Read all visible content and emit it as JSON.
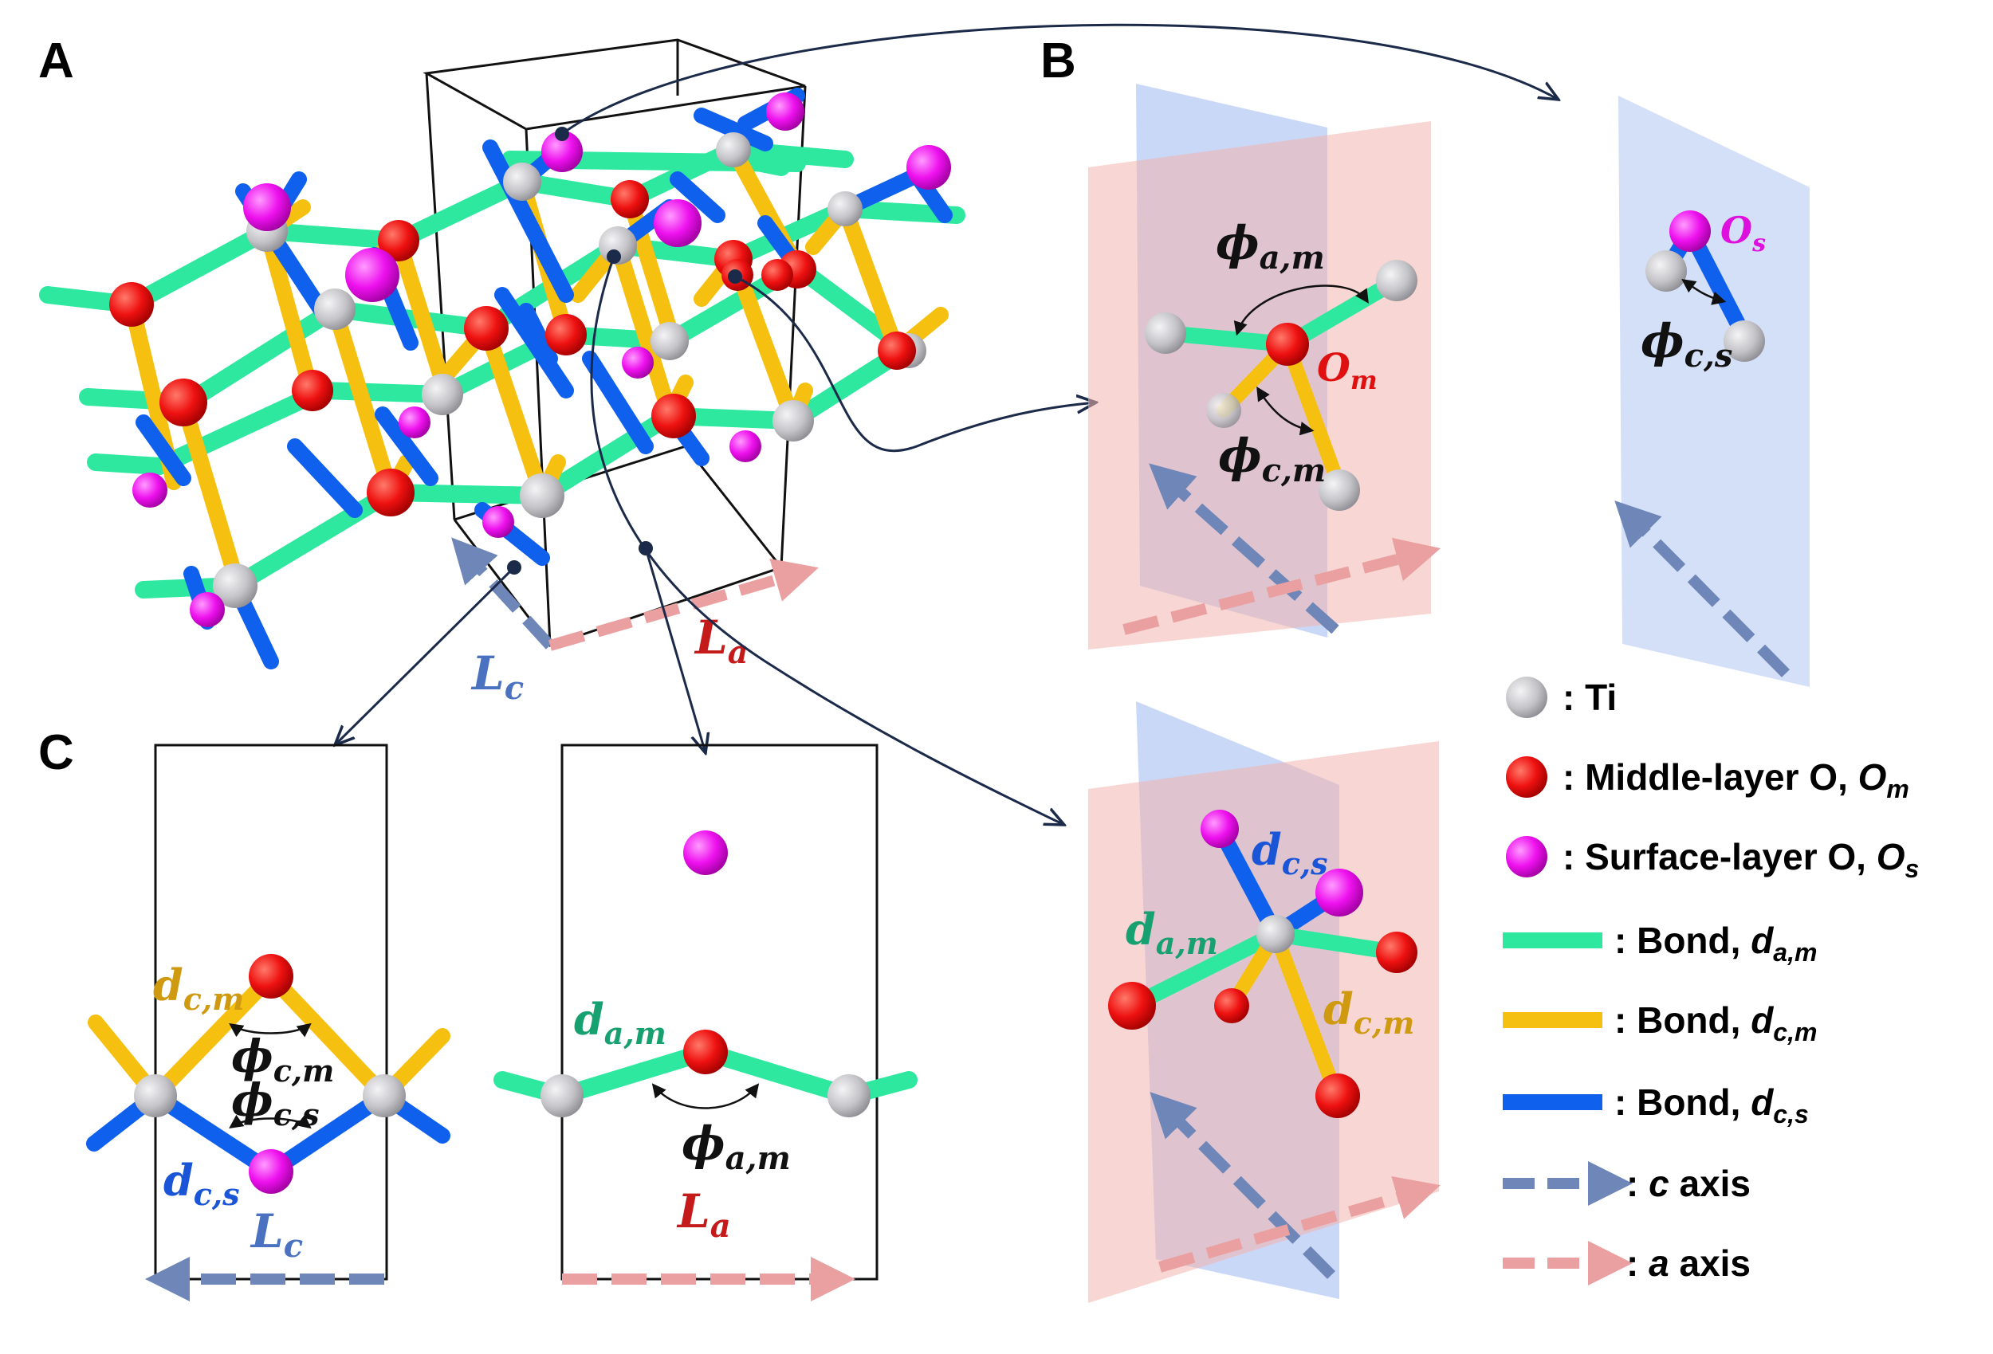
{
  "panels": {
    "a": "A",
    "b": "B",
    "c": "C"
  },
  "symbols": {
    "phi": "ϕ",
    "d": "d",
    "L": "L",
    "O": "O",
    "sub_am": "a,m",
    "sub_cm": "c,m",
    "sub_cs": "c,s",
    "sub_m": "m",
    "sub_s": "s",
    "sub_a": "a",
    "sub_c": "c"
  },
  "legend": {
    "ti": ": Ti",
    "middle_prefix": ": Middle-layer O, ",
    "surface_prefix": ": Surface-layer O, ",
    "bond_prefix": ": Bond, ",
    "c_axis_prefix": ": ",
    "c_axis_letter": "c",
    "c_axis_suffix": " axis",
    "a_axis_prefix": ": ",
    "a_axis_letter": "a",
    "a_axis_suffix": " axis"
  },
  "colors": {
    "ti": "#c8c8cc",
    "middle_o": "#ee1111",
    "surface_o": "#ee11ee",
    "bond_am": "#2ee8a0",
    "bond_cm": "#f5c010",
    "bond_cs": "#1060ee",
    "c_axis": "#6f86b8",
    "a_axis": "#eaa0a0",
    "plane_blue": "#9fb8f0",
    "plane_pink": "#f0b4ae",
    "label_am": "#17a070",
    "label_cm": "#d09a10",
    "label_cs": "#1a55d8",
    "label_lc": "#4a72c0",
    "label_la": "#c41a1a",
    "label_om": "#e01010",
    "label_os": "#dd10dd"
  }
}
